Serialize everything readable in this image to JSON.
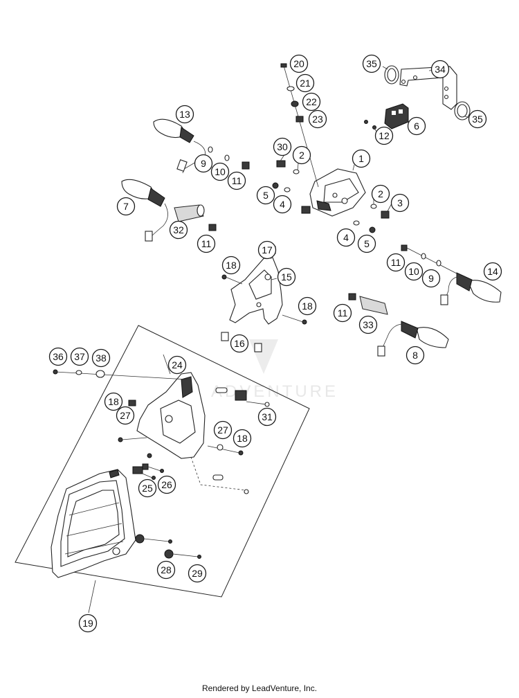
{
  "watermark": "ADVENTURE",
  "footer": "Rendered by LeadVenture, Inc.",
  "callouts": [
    "1",
    "2",
    "2",
    "3",
    "4",
    "4",
    "5",
    "5",
    "6",
    "7",
    "8",
    "9",
    "9",
    "10",
    "10",
    "11",
    "11",
    "11",
    "11",
    "12",
    "13",
    "14",
    "15",
    "16",
    "17",
    "18",
    "18",
    "18",
    "18",
    "19",
    "20",
    "21",
    "22",
    "23",
    "24",
    "25",
    "26",
    "27",
    "27",
    "28",
    "29",
    "30",
    "31",
    "32",
    "33",
    "34",
    "35",
    "35",
    "36",
    "37",
    "38"
  ]
}
